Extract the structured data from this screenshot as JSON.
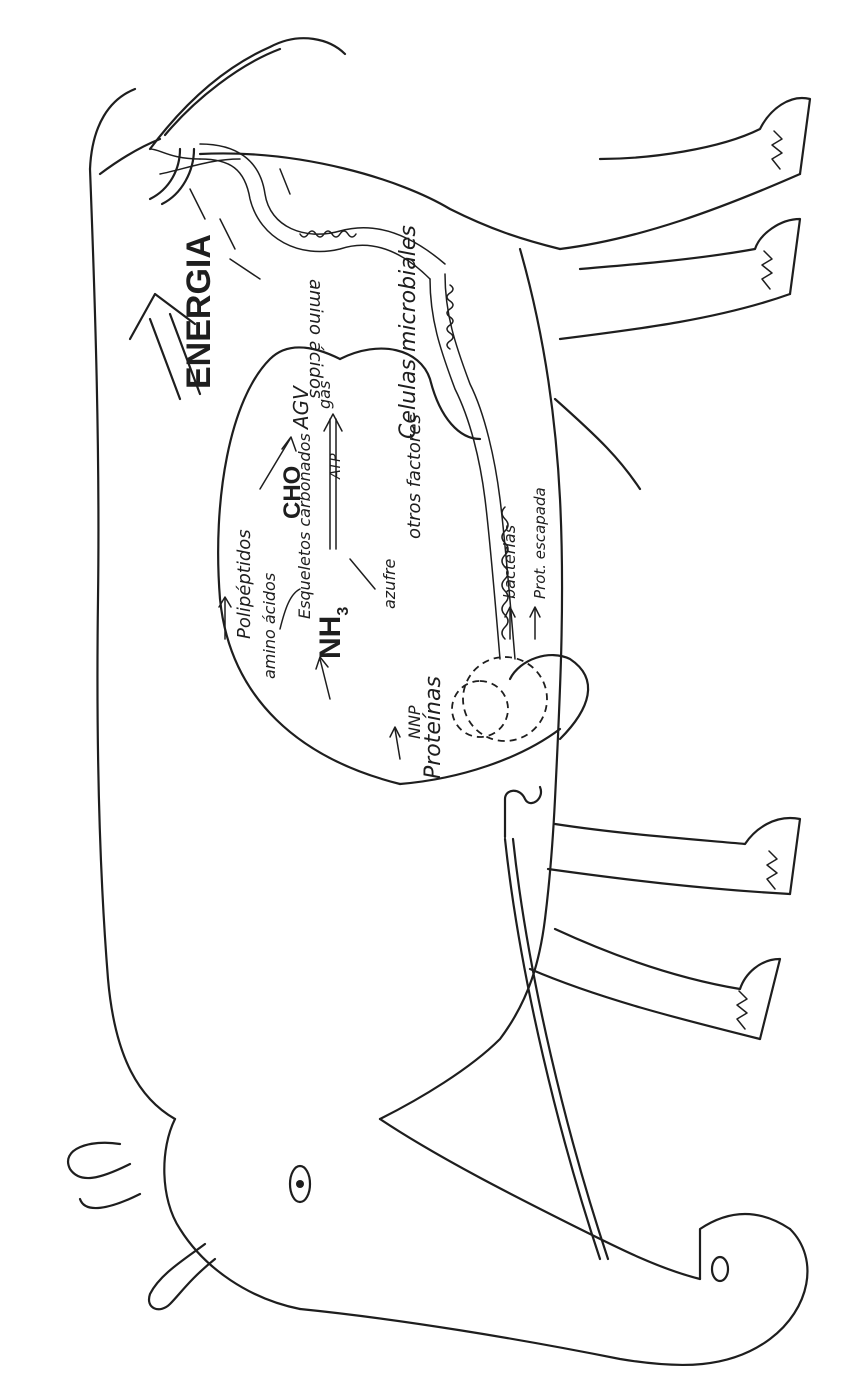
{
  "labels": {
    "energia": "ENERGIA",
    "amino_acidos_intestine": "amino ácidos",
    "celulas_microbiales": "Celulas microbiales",
    "gas": "gas",
    "agv": "AGV",
    "cho": "CHO",
    "atp": "ATP",
    "polipeptidos": "Polipéptidos",
    "amino_acidos": "amino ácidos",
    "esqueletos_carbonados": "Esqueletos carbonados",
    "nh3": "NH",
    "nh3_sub": "3",
    "azufre": "azufre",
    "otros_factores": "otros factores",
    "nnp": "NNP",
    "proteinas": "Proteínas",
    "bacterias": "bacterias",
    "prot_escapada": "Prot. escapada"
  }
}
